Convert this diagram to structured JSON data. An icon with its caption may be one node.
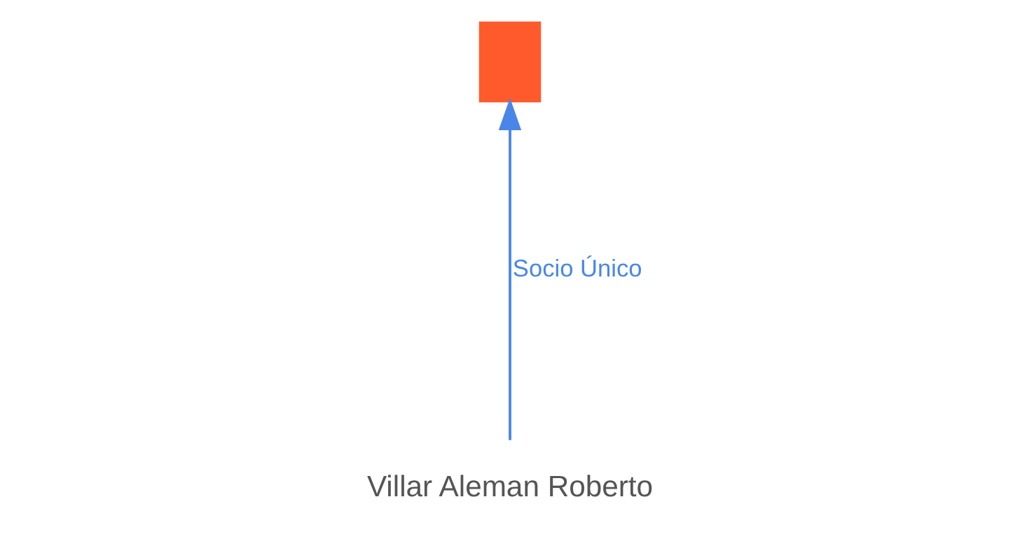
{
  "diagram": {
    "nodes": [
      {
        "text": [],
        "shape": "building"
      },
      {
        "text": [
          "Villar Aleman Roberto"
        ]
      }
    ],
    "edges": [
      {
        "from": 1,
        "to": 0,
        "arrow": "to",
        "label": "Socio Único",
        "color": "#4a86e8"
      }
    ]
  }
}
